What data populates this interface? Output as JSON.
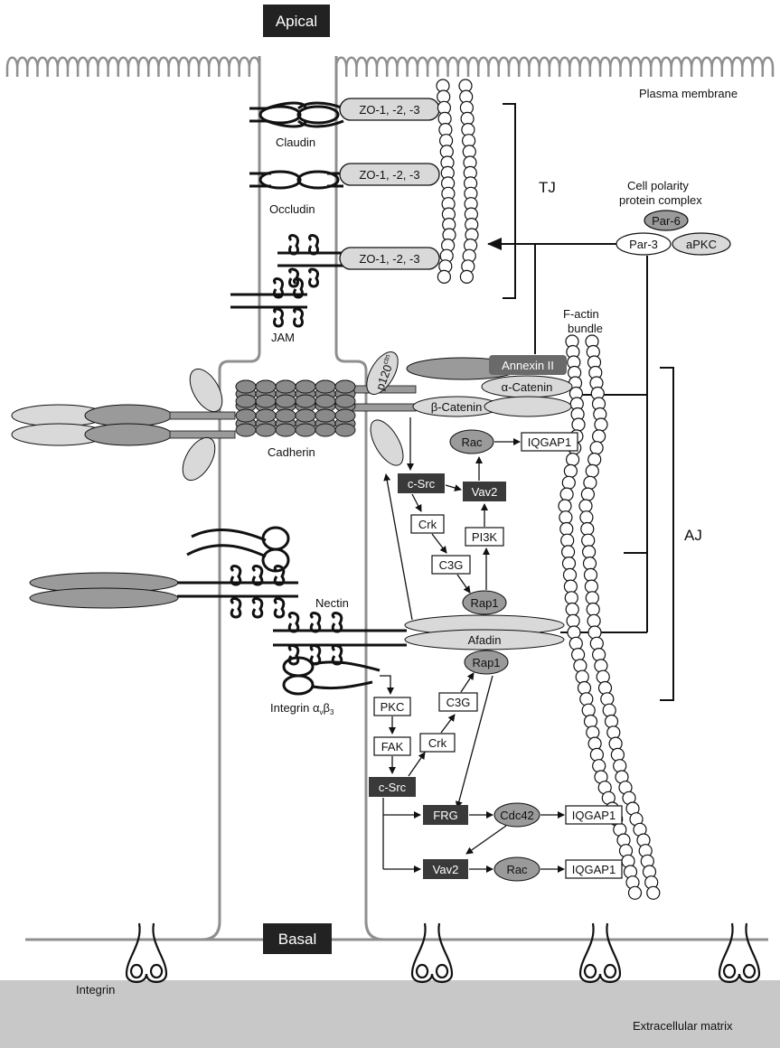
{
  "labels": {
    "apical": "Apical",
    "basal": "Basal",
    "plasma_membrane": "Plasma membrane",
    "extracellular_matrix": "Extracellular matrix",
    "tj": "TJ",
    "aj": "AJ",
    "claudin": "Claudin",
    "occludin": "Occludin",
    "jam": "JAM",
    "zo": "ZO-1, -2, -3",
    "cell_polarity_1": "Cell polarity",
    "cell_polarity_2": "protein complex",
    "par6": "Par-6",
    "par3": "Par-3",
    "apkc": "aPKC",
    "factin_1": "F-actin",
    "factin_2": "bundle",
    "annexin": "Annexin II",
    "alpha_catenin": "α-Catenin",
    "beta_catenin": "β-Catenin",
    "p120": "p120",
    "p120_sup": "ctn",
    "cadherin": "Cadherin",
    "rac": "Rac",
    "iqgap1": "IQGAP1",
    "csrc": "c-Src",
    "vav2": "Vav2",
    "crk": "Crk",
    "pi3k": "PI3K",
    "c3g": "C3G",
    "rap1": "Rap1",
    "nectin": "Nectin",
    "afadin": "Afadin",
    "integrin_avb3_main": "Integrin α",
    "integrin_avb3_v": "v",
    "integrin_avb3_b": "β",
    "integrin_avb3_3": "3",
    "pkc": "PKC",
    "fak": "FAK",
    "frg": "FRG",
    "cdc42": "Cdc42",
    "integrin": "Integrin"
  },
  "colors": {
    "dark_box": "#3a3a3a",
    "mid_grey": "#9a9a9a",
    "light_grey": "#d9d9d9",
    "ecm": "#c8c8c8",
    "membrane": "#8f8f8f"
  }
}
